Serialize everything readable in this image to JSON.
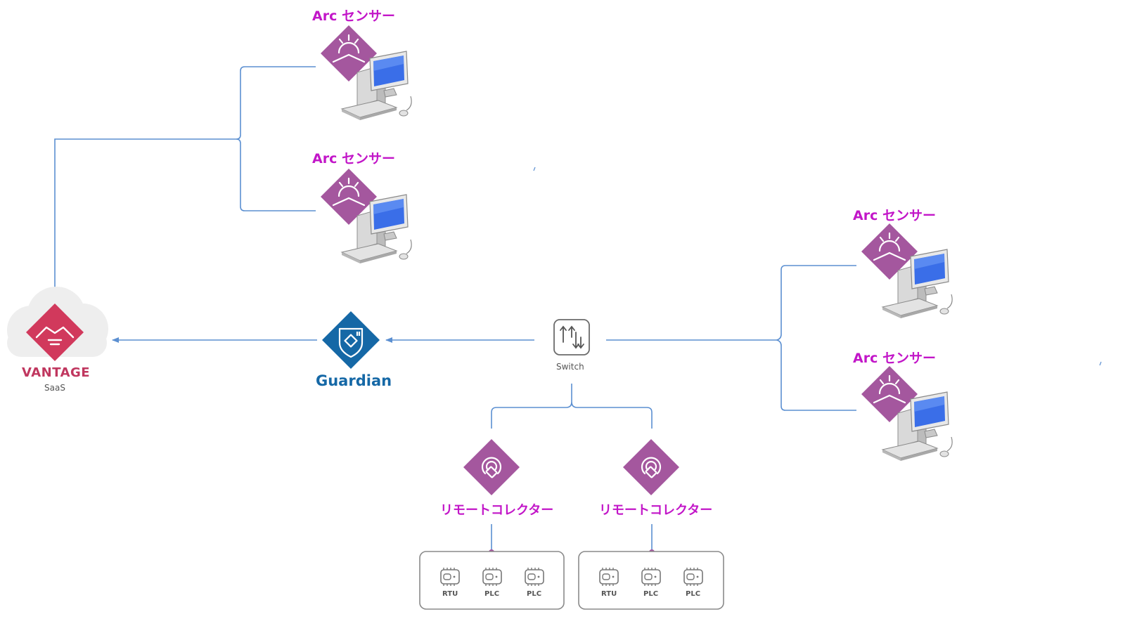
{
  "diagram": {
    "vantage": {
      "title": "VANTAGE",
      "subtitle": "SaaS"
    },
    "guardian": {
      "label": "Guardian"
    },
    "switch": {
      "label": "Switch"
    },
    "arc_sensors": [
      {
        "label": "Arc センサー"
      },
      {
        "label": "Arc センサー"
      },
      {
        "label": "Arc センサー"
      },
      {
        "label": "Arc センサー"
      }
    ],
    "remote_collectors": [
      {
        "label": "リモートコレクター",
        "devices": [
          "RTU",
          "PLC",
          "PLC"
        ]
      },
      {
        "label": "リモートコレクター",
        "devices": [
          "RTU",
          "PLC",
          "PLC"
        ]
      }
    ],
    "colors": {
      "line": "#5b8fd1",
      "arc_magenta": "#c216c8",
      "diamond_purple": "#a4579e",
      "guardian_blue": "#1568a6",
      "vantage_red": "#d1395c"
    }
  }
}
